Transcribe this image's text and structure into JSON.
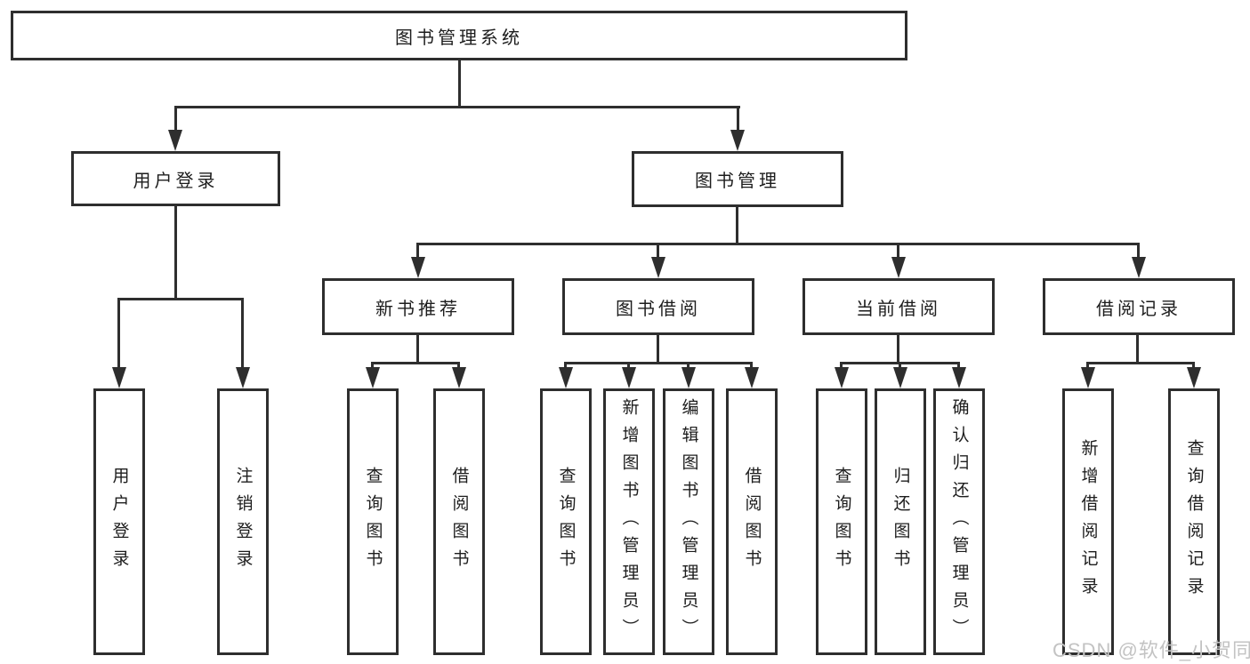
{
  "tree": {
    "root": {
      "label": "图书管理系统",
      "children": [
        {
          "label": "用户登录",
          "children": [
            {
              "label": "用户登录"
            },
            {
              "label": "注销登录"
            }
          ]
        },
        {
          "label": "图书管理",
          "children": [
            {
              "label": "新书推荐",
              "children": [
                {
                  "label": "查询图书"
                },
                {
                  "label": "借阅图书"
                }
              ]
            },
            {
              "label": "图书借阅",
              "children": [
                {
                  "label": "查询图书"
                },
                {
                  "label": "新增图书（管理员）"
                },
                {
                  "label": "编辑图书（管理员）"
                },
                {
                  "label": "借阅图书"
                }
              ]
            },
            {
              "label": "当前借阅",
              "children": [
                {
                  "label": "查询图书"
                },
                {
                  "label": "归还图书"
                },
                {
                  "label": "确认归还（管理员）"
                }
              ]
            },
            {
              "label": "借阅记录",
              "children": [
                {
                  "label": "新增借阅记录"
                },
                {
                  "label": "查询借阅记录"
                }
              ]
            }
          ]
        }
      ]
    }
  },
  "watermark": {
    "text": "CSDN @软件_小贺同学"
  },
  "colors": {
    "line": "#2e2e2e",
    "box_fill": "#ffffff",
    "text": "#1d1d1d",
    "watermark": "#c3c3c3"
  }
}
